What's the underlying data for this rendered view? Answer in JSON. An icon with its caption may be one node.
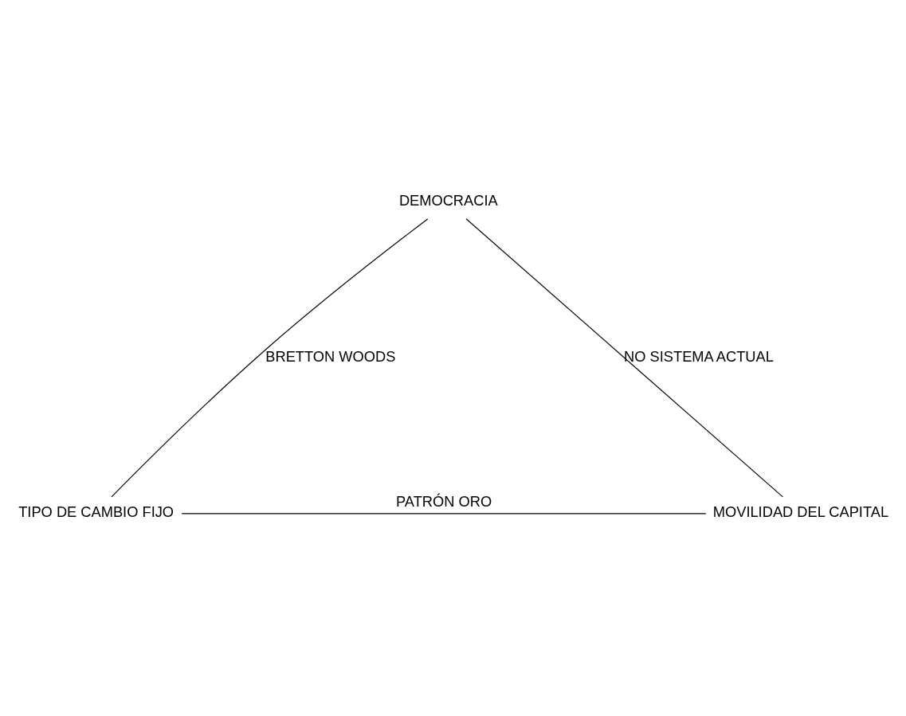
{
  "diagram": {
    "nodes": [
      {
        "text": [
          "DEMOCRACIA"
        ]
      },
      {
        "text": [
          "TIPO DE CAMBIO FIJO"
        ]
      },
      {
        "text": [
          "MOVILIDAD DEL CAPITAL"
        ]
      }
    ],
    "edges": [
      {
        "from": 0,
        "to": 1,
        "arrow": "none",
        "label": "BRETTON WOODS"
      },
      {
        "from": 0,
        "to": 2,
        "arrow": "none",
        "label": "NO SISTEMA ACTUAL"
      },
      {
        "from": 1,
        "to": 2,
        "arrow": "none",
        "label": "PATRÓN ORO"
      }
    ]
  }
}
